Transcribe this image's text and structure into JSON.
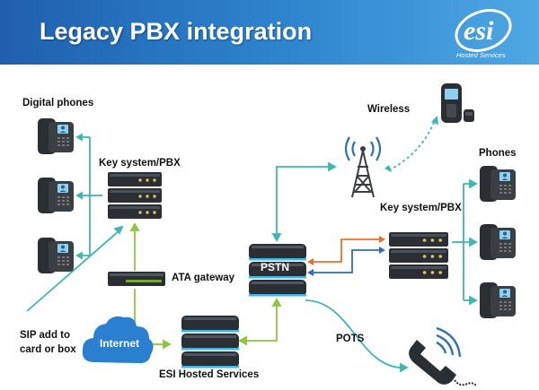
{
  "header": {
    "title": "Legacy PBX integration",
    "logo_text": "esi",
    "logo_tagline": "Hosted Services"
  },
  "labels": {
    "digital_phones": "Digital phones",
    "key_system_left": "Key system/PBX",
    "ata_gateway": "ATA gateway",
    "sip_add_line1": "SIP add to",
    "sip_add_line2": "card or box",
    "internet": "Internet",
    "esi_hosted": "ESI Hosted Services",
    "pstn": "PSTN",
    "wireless": "Wireless",
    "key_system_right": "Key system/PBX",
    "phones": "Phones",
    "pots": "POTS"
  },
  "icons": {
    "desk_phone": "desk-phone-icon",
    "server": "server-icon",
    "tower": "cell-tower-icon",
    "cell_phone": "cell-phone-icon",
    "handset": "phone-handset-icon",
    "cloud": "cloud-icon"
  },
  "colors": {
    "header_dark": "#1f5fae",
    "header_light": "#4fa8e2",
    "teal_link": "#3fb6b2",
    "green_link": "#8cc63f",
    "orange_link": "#e8702a",
    "blue_link": "#2f6fb6",
    "device_dark": "#2b2f33",
    "cloud_blue": "#2b7fd0"
  }
}
